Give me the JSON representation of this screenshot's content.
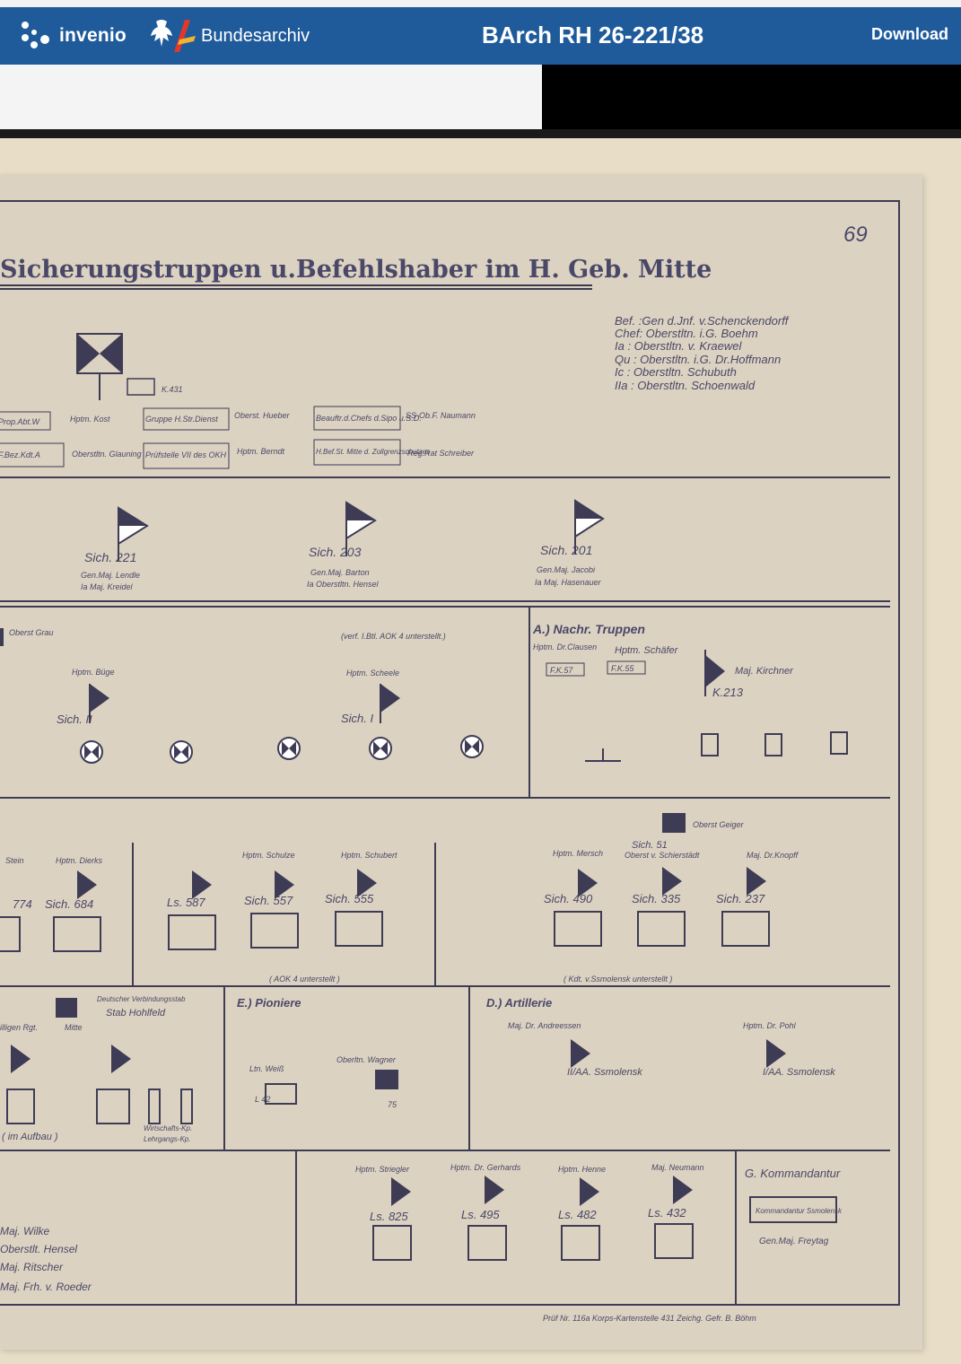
{
  "header": {
    "invenio_label": "invenio",
    "archive_label": "Bundesarchiv",
    "title": "BArch RH 26-221/38",
    "download_label": "Download"
  },
  "map": {
    "page_number": "69",
    "title": "Sicherungstruppen u.Befehlshaber im H. Geb. Mitte",
    "staff": [
      "Bef. :Gen d.Jnf. v.Schenckendorff",
      "Chef: Oberstltn. i.G. Boehm",
      "Ia : Oberstltn. v. Kraewel",
      "Qu : Oberstltn. i.G. Dr.Hoffmann",
      "Ic : Oberstltn. Schubuth",
      "IIa : Oberstltn. Schoenwald"
    ],
    "hq_label": "K.431",
    "boxes": [
      {
        "label": "Prop.Abt.W",
        "person": "Hptm. Kost"
      },
      {
        "label": "Gruppe H.Str.Dienst",
        "person": "Oberst. Hueber"
      },
      {
        "label": "Beauftr.d.Chefs d.Sipo u.S.D.",
        "person": "SS-Ob.F. Naumann"
      },
      {
        "label": "F.Bez.Kdt.A",
        "person": "Oberstltn. Glauning"
      },
      {
        "label": "Prüfstelle VII des OKH",
        "person": "Hptm. Berndt"
      },
      {
        "label": "H.Bef.St. Mitte d. Zollgrenzschutzes",
        "person": "Reg.Rat Schreiber"
      }
    ],
    "divisions": [
      {
        "name": "Sich. 221",
        "cmd": "Gen.Maj. Lendle",
        "ia": "Ia Maj. Kreidel"
      },
      {
        "name": "Sich. 203",
        "cmd": "Gen.Maj. Barton",
        "ia": "Ia Oberstltn. Hensel"
      },
      {
        "name": "Sich. 201",
        "cmd": "Gen.Maj. Jacobi",
        "ia": "Ia Maj. Hasenauer"
      }
    ],
    "row3": {
      "oberst": "Oberst Grau",
      "note": "(verf. I.Btl. AOK 4 unterstellt.)",
      "bugge": "Hptm. Büge",
      "scheele": "Hptm. Scheele",
      "sich2": "Sich. II",
      "sich1": "Sich. I",
      "nachr_title": "A.) Nachr. Truppen",
      "clausen": "Hptm. Dr.Clausen",
      "schaefer": "Hptm. Schäfer",
      "fk57": "F.K.57",
      "fk55": "F.K.55",
      "kirchner": "Maj. Kirchner",
      "k213": "K.213"
    },
    "row4": {
      "stein": "Stein",
      "dierks": "Hptm. Dierks",
      "r774": "774",
      "r684": "Sich. 684",
      "r587": "Ls. 587",
      "schulze": "Hptm. Schulze",
      "schubert": "Hptm. Schubert",
      "r557": "Sich. 557",
      "r555": "Sich. 555",
      "aok": "( AOK 4 unterstellt )",
      "geiger": "Oberst Geiger",
      "sich51": "Sich. 51",
      "mersch": "Hptm. Mersch",
      "schierstaedt": "Oberst v. Schierstädt",
      "knopff": "Maj. Dr.Knopff",
      "r490": "Sich. 490",
      "r335": "Sich. 335",
      "r237": "Sich. 237",
      "smolensk": "( Kdt. v.Ssmolensk unterstellt )"
    },
    "row5": {
      "dt": "Deutscher Verbindungsstab",
      "hohlfeld": "Stab Hohlfeld",
      "rgt": "illigen Rgt.",
      "mitte": "Mitte",
      "aufbau": "( im Aufbau )",
      "wirt": "Wirtschafts-Kp.",
      "lehr": "Lehrgangs-Kp.",
      "pioniere": "E.) Pioniere",
      "weiss": "Ltn. Weiß",
      "wagner": "Oberltn. Wagner",
      "l42": "L 42",
      "n75": "75",
      "art_title": "D.) Artillerie",
      "andreessen": "Maj. Dr. Andreessen",
      "pohl": "Hptm. Dr. Pohl",
      "aa2": "II/AA. Ssmolensk",
      "aa1": "I/AA. Ssmolensk"
    },
    "row6": {
      "wilke": "Maj. Wilke",
      "hensel": "Oberstlt. Hensel",
      "ritscher": "Maj. Ritscher",
      "roeder": "Maj. Frh. v. Roeder",
      "striegler": "Hptm. Striegler",
      "gerhards": "Hptm. Dr. Gerhards",
      "henne": "Hptm. Henne",
      "neumann": "Maj. Neumann",
      "ls825": "Ls. 825",
      "ls495": "Ls. 495",
      "ls482": "Ls. 482",
      "ls432": "Ls. 432",
      "komm_title": "G. Kommandantur",
      "komm_box": "Kommandantur Ssmolensk",
      "freytag": "Gen.Maj. Freytag"
    },
    "footer": "Prüf Nr. 116a Korps-Kartenstelle 431   Zeichg. Gefr. B. Böhm"
  }
}
